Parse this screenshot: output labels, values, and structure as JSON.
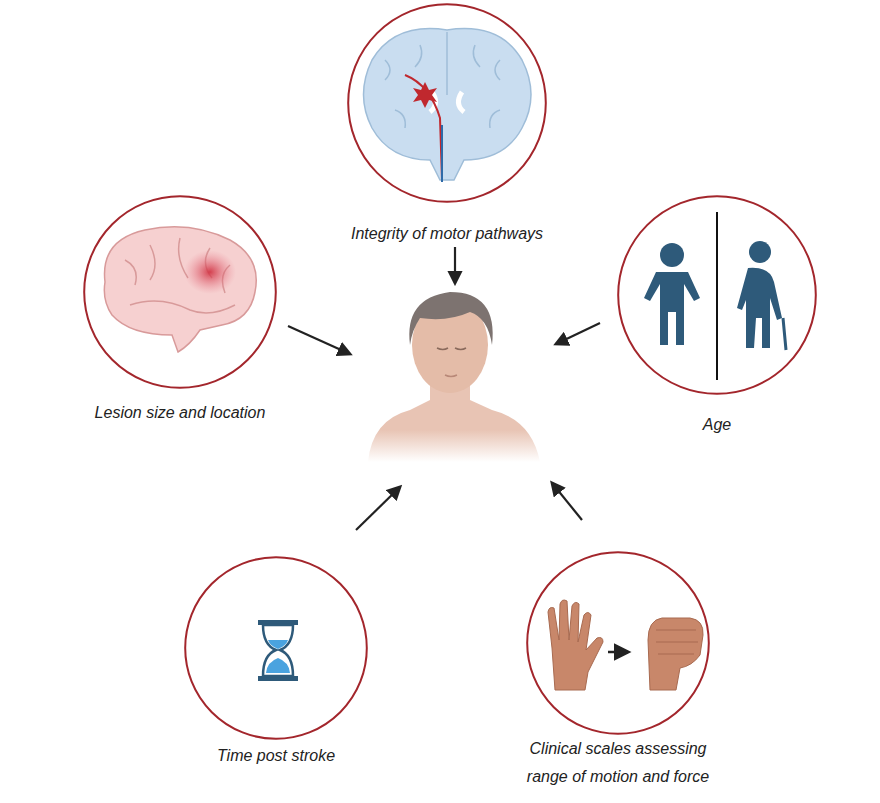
{
  "diagram": {
    "nodes": [
      {
        "text": [
          "Integrity of motor pathways"
        ]
      },
      {
        "text": [
          "Lesion size and location"
        ]
      },
      {
        "text": [
          "Age"
        ]
      },
      {
        "text": [
          "Time post stroke"
        ]
      },
      {
        "text": [
          "Clinical scales assessing range of motion and force"
        ]
      }
    ]
  }
}
